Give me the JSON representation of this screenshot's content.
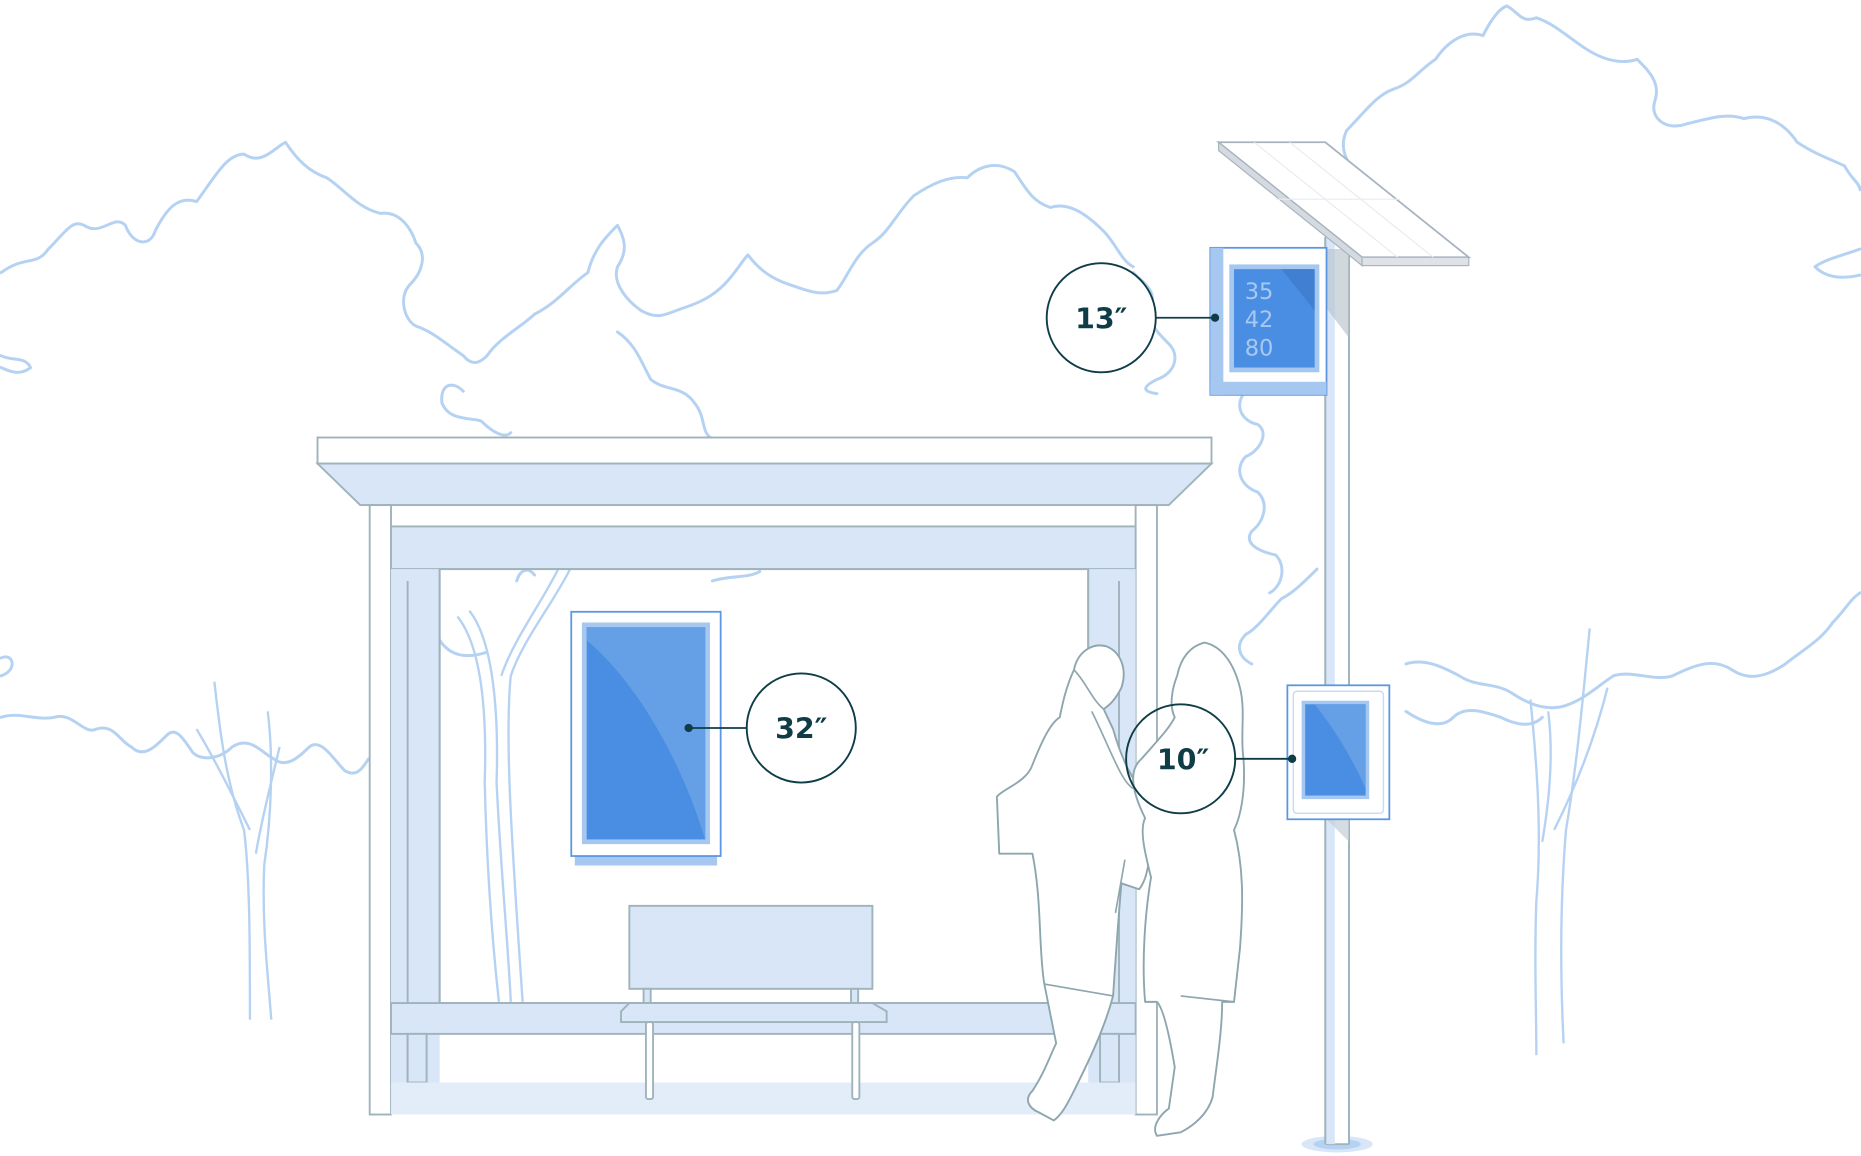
{
  "illustration": {
    "subject": "Bus stop with digital signage displays",
    "colors": {
      "tree_outline": "#b5d2f3",
      "shelter_fill": "#d8e6f8",
      "shelter_outline": "#9fb3bb",
      "screen_blue": "#4a8ee3",
      "screen_frame": "#a6c8f0",
      "label_ink": "#0f3d47",
      "solar_panel": "#dfe3e8"
    }
  },
  "displays": [
    {
      "id": "shelter-display",
      "size_label": "32″"
    },
    {
      "id": "pole-top-display",
      "size_label": "13″",
      "routes": [
        "35",
        "42",
        "80"
      ]
    },
    {
      "id": "pole-lower-display",
      "size_label": "10″"
    }
  ]
}
